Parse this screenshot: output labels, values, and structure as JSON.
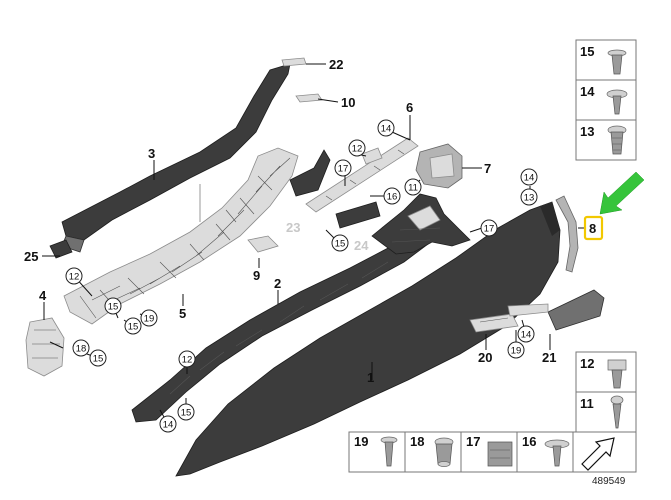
{
  "diagram_id": "489549",
  "highlight_color": "#f2c800",
  "pointer_color": "#36c43b",
  "part_labels": {
    "p1": "1",
    "p2": "2",
    "p3": "3",
    "p4": "4",
    "p5": "5",
    "p6": "6",
    "p7": "7",
    "p8": "8",
    "p9": "9",
    "p10": "10",
    "p20": "20",
    "p21": "21",
    "p22": "22",
    "p23": "23",
    "p24": "24",
    "p25": "25"
  },
  "callouts": {
    "c11": "11",
    "c12a": "12",
    "c12b": "12",
    "c12c": "12",
    "c13": "13",
    "c14a": "14",
    "c14b": "14",
    "c14c": "14",
    "c14d": "14",
    "c15a": "15",
    "c15b": "15",
    "c15c": "15",
    "c15d": "15",
    "c15e": "15",
    "c16": "16",
    "c17a": "17",
    "c17b": "17",
    "c18": "18",
    "c19a": "19",
    "c19b": "19"
  },
  "fastener_boxes": {
    "right_top": [
      "15",
      "14",
      "13"
    ],
    "right_bottom": [
      "12",
      "11"
    ],
    "bottom_row": [
      "19",
      "18",
      "17",
      "16"
    ]
  }
}
